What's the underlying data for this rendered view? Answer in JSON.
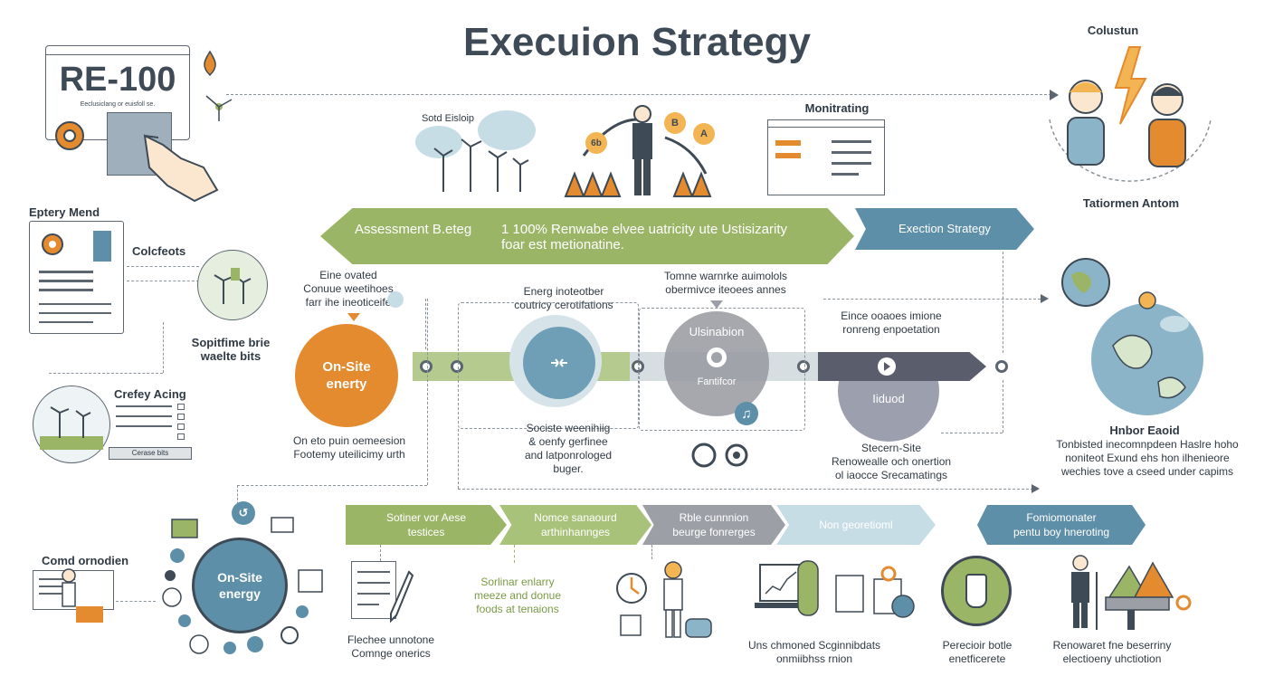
{
  "title": "Execuion Strategy",
  "colors": {
    "green": "#9bb567",
    "orange": "#e48a2f",
    "teal": "#5e8fa8",
    "gray_dark": "#5a5d6b",
    "light_teal": "#c7dde6"
  },
  "top_left": {
    "badge": "RE-100",
    "badge_sub": "Eeclusiclang or euisfoll se."
  },
  "top_center": {
    "wind_label": "Sotd Eisloip",
    "markers": [
      "6b",
      "B",
      "A"
    ],
    "monitoring_title": "Monitrating"
  },
  "top_right": {
    "title": "Colustun",
    "caption": "Tatiormen Antom"
  },
  "left_column": {
    "doc_title": "Eptery Mend",
    "item1": "Colcfeots",
    "item2": "Sopitfime brie\nwaelte bits",
    "item3": "Crefey Acing",
    "footer": "Cerase bits"
  },
  "main_band": {
    "left_text": "Assessment B.eteg",
    "center_text": "1 100% Renwabe elvee uatricity ute Ustisizarity\nfoar est metionatine.",
    "right_text": "Exection Strategy"
  },
  "timeline": {
    "onsite_label": "On-Site\nenerty",
    "onsite_top": "Eine ovated\nConuue weetihoes\nfarr ihe ineoticeife",
    "onsite_bottom": "On eto puin oemeesion\nFootemy uteilicimy urth",
    "stage2_top": "Energ inoteotber\ncoutricy cerotifations",
    "stage2_bottom": "Sociste weenihiig\n& oenfy gerfinee\nand latponrologed\nbuger.",
    "stage3_top": "Tomne warnrke auimolols\nobermivce iteoees annes",
    "stage3_label": "Ulsinabion",
    "stage3_sub": "Fantifcor",
    "stage4_top": "Eince ooaoes imione\nronreng enpoetation",
    "stage4_label": "Iiduod",
    "stage4_bottom": "Stecern-Site\nRenowealle och onertion\nol iaocce Srecamatings"
  },
  "right_column": {
    "title": "Hnbor Eaoid",
    "text": "Tonbisted inecomnpdeen Haslre hoho\nnoniteot Exund ehs hon ilhenieore\nwechies tove a cseed under capims"
  },
  "bottom_bands": [
    "Sotiner vor Aese\ntestices",
    "Nomce sanaourd\narthinhannges",
    "Rble cunnnion\nbeurge fonrerges",
    "Non georetioml",
    "Fomiomonater\npentu boy hneroting"
  ],
  "bottom": {
    "cond_title": "Comd ornodien",
    "onsite_hub": "On-Site\nenergy",
    "item1": "Flechee unnotone\nComnge onerics",
    "green_text": "Sorlinar enlarry\nmeeze and donue\nfoods at tenaions",
    "item3": "Uns chmoned Scginnibdats\nonmiibhss rnion",
    "item4": "Perecioir botle\nenetficerete",
    "item5": "Renowaret fne beserriny\nelectioeny uhctiotion"
  }
}
